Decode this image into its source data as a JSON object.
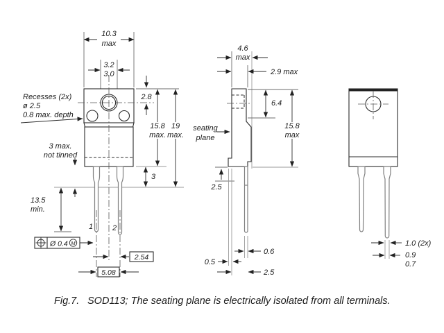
{
  "drawing": {
    "caption": {
      "fig": "Fig.7.",
      "text": "SOD113; The seating plane is electrically isolated from all terminals."
    },
    "front": {
      "width": "10.3",
      "width_q": "max",
      "hole_max": "3.2",
      "hole_min": "3.0",
      "hole_center": "2.8",
      "body_h": "15.8",
      "body_h_q": "max.",
      "overall_h": "19",
      "overall_h_q": "max.",
      "shoulder": "3",
      "lead_len": "13.5",
      "lead_len_q": "min.",
      "recesses_l1": "Recesses (2x)",
      "recesses_l2": "ø 2.5",
      "recesses_l3": "0.8 max. depth",
      "tinned_l1": "3 max.",
      "tinned_l2": "not tinned",
      "pin1": "1",
      "pin2": "2",
      "tol_value": "Ø 0.4",
      "tol_mod": "M",
      "pitch_half": "2.54",
      "pitch": "5.08"
    },
    "side": {
      "depth": "4.6",
      "depth_q": "max",
      "body_depth": "2.9 max",
      "tab_h": "6.4",
      "body_h": "15.8",
      "body_h_q": "max",
      "seat_l1": "seating",
      "seat_l2": "plane",
      "standoff": "2.5",
      "lead_t": "0.6",
      "seat_offset": "0.5",
      "lead_pos": "2.5"
    },
    "rear": {
      "lead_w": "1.0 (2x)",
      "tip_max": "0.9",
      "tip_min": "0.7"
    }
  }
}
